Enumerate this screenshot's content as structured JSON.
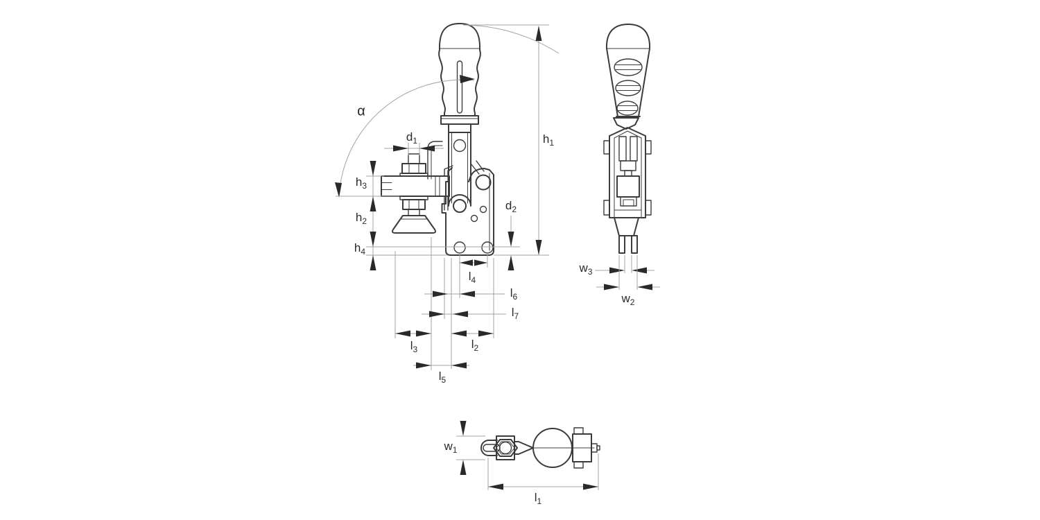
{
  "diagram": {
    "description": "Technical drawing of a vertical toggle clamp shown in front, side and top views with dimension callouts",
    "colors": {
      "outline": "#3b3b3d",
      "dimension": "#a3a3a6",
      "arrow": "#2a2a2c",
      "label": "#2a2a2c",
      "background": "#ffffff"
    },
    "dimensions": {
      "alpha": {
        "base": "α",
        "sub": ""
      },
      "h1": {
        "base": "h",
        "sub": "1"
      },
      "h2": {
        "base": "h",
        "sub": "2"
      },
      "h3": {
        "base": "h",
        "sub": "3"
      },
      "h4": {
        "base": "h",
        "sub": "4"
      },
      "d1": {
        "base": "d",
        "sub": "1"
      },
      "d2": {
        "base": "d",
        "sub": "2"
      },
      "l1": {
        "base": "l",
        "sub": "1"
      },
      "l2": {
        "base": "l",
        "sub": "2"
      },
      "l3": {
        "base": "l",
        "sub": "3"
      },
      "l4": {
        "base": "l",
        "sub": "4"
      },
      "l5": {
        "base": "l",
        "sub": "5"
      },
      "l6": {
        "base": "l",
        "sub": "6"
      },
      "l7": {
        "base": "l",
        "sub": "7"
      },
      "w1": {
        "base": "w",
        "sub": "1"
      },
      "w2": {
        "base": "w",
        "sub": "2"
      },
      "w3": {
        "base": "w",
        "sub": "3"
      }
    }
  }
}
